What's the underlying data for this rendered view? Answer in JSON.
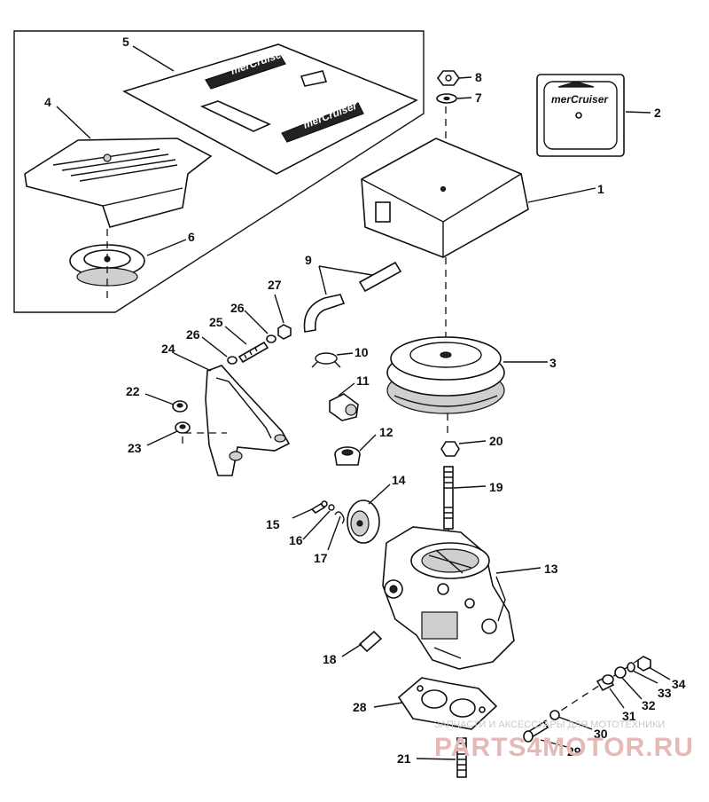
{
  "callouts": [
    "1",
    "2",
    "3",
    "4",
    "5",
    "6",
    "7",
    "8",
    "9",
    "10",
    "11",
    "12",
    "13",
    "14",
    "15",
    "16",
    "17",
    "18",
    "19",
    "20",
    "21",
    "22",
    "23",
    "24",
    "25",
    "26",
    "26",
    "27",
    "28",
    "29",
    "30",
    "31",
    "32",
    "33",
    "34"
  ],
  "brand": {
    "decal_text_a": "merCruiser",
    "decal_text_b": "merCruiser",
    "badge_text": "merCruiser"
  },
  "watermark": {
    "caption": "ЗАПЧАСТИ И АКСЕССУАРЫ ДЛЯ МОТОТЕХНИКИ",
    "logo": "PARTS4MOTOR.RU"
  }
}
